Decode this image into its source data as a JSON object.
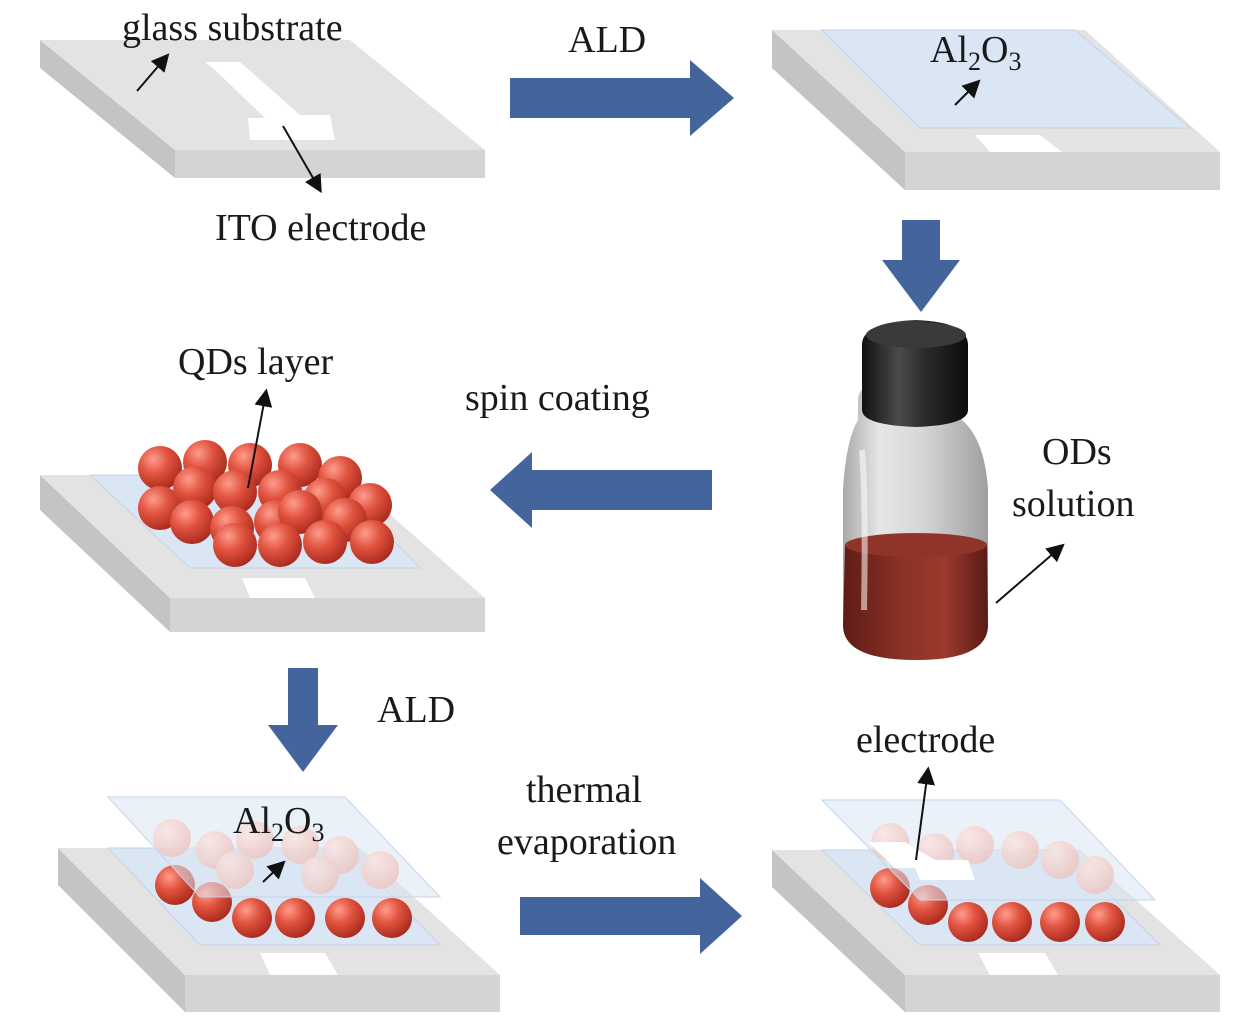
{
  "labels": {
    "glass_substrate": "glass substrate",
    "ito_electrode": "ITO electrode",
    "ald_top": "ALD",
    "al2o3_top": {
      "base": "Al",
      "sub1": "2",
      "mid": "O",
      "sub2": "3"
    },
    "qds_layer": "QDs layer",
    "spin_coating": "spin coating",
    "ods_solution_line1": "ODs",
    "ods_solution_line2": "solution",
    "ald_bottom": "ALD",
    "al2o3_bottom": {
      "base": "Al",
      "sub1": "2",
      "mid": "O",
      "sub2": "3"
    },
    "thermal_line1": "thermal",
    "thermal_line2": "evaporation",
    "electrode": "electrode"
  },
  "colors": {
    "arrow": "#44659c",
    "substrate_top": "#e3e3e3",
    "substrate_side": "#c8c8c8",
    "substrate_front": "#d6d6d6",
    "al2o3": "#dbe6f4",
    "qd": "#d9483b",
    "solution": "#7d2a22",
    "cap": "#1c1c1c"
  }
}
